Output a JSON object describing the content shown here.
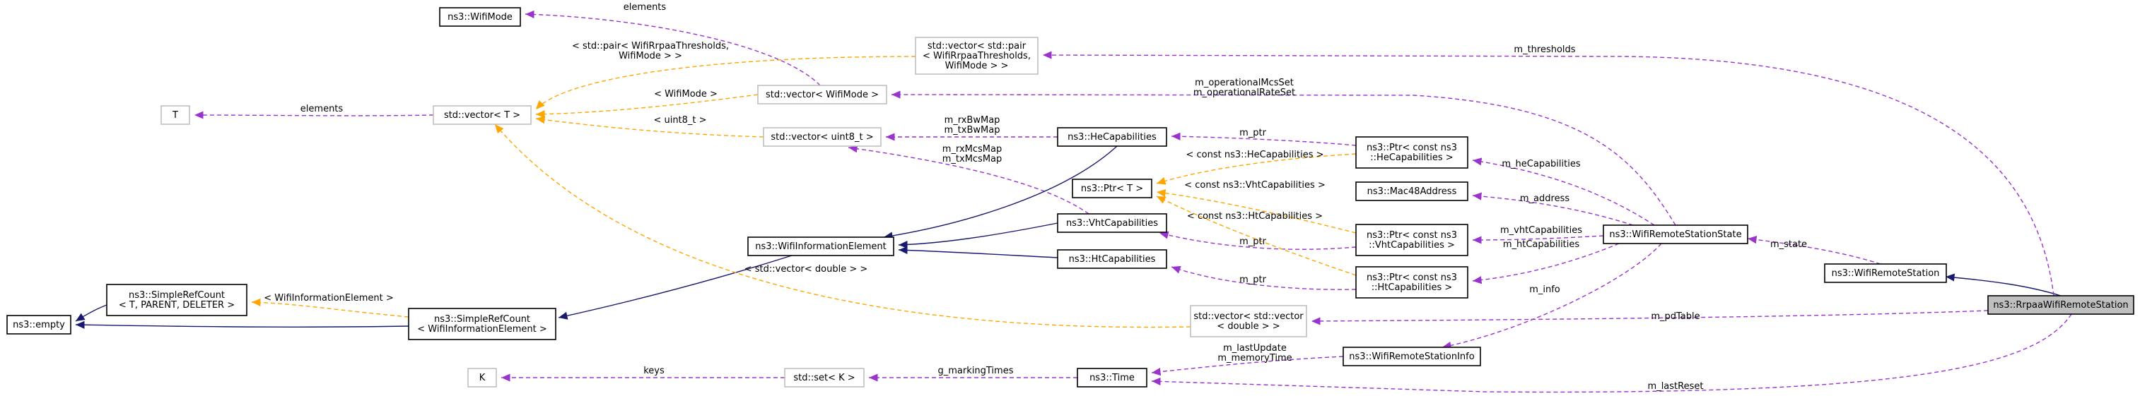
{
  "colors": {
    "member": "#9a32cd",
    "template": "#ffa500",
    "inheritance": "#191970",
    "focus_fill": "#bfbfbf"
  },
  "nodes": {
    "wifimode": [
      "ns3::WifiMode"
    ],
    "thresholds_vec": [
      "std::vector< std::pair",
      "< WifiRrpaaThresholds,",
      "WifiMode > >"
    ],
    "T": [
      "T"
    ],
    "vector_T": [
      "std::vector< T >"
    ],
    "vector_wifimode": [
      "std::vector< WifiMode >"
    ],
    "vector_uint8": [
      "std::vector< uint8_t >"
    ],
    "he_cap": [
      "ns3::HeCapabilities"
    ],
    "ptr_he": [
      "ns3::Ptr< const ns3",
      "::HeCapabilities >"
    ],
    "ptr_T": [
      "ns3::Ptr< T >"
    ],
    "mac48": [
      "ns3::Mac48Address"
    ],
    "vht_cap": [
      "ns3::VhtCapabilities"
    ],
    "ptr_vht": [
      "ns3::Ptr< const ns3",
      "::VhtCapabilities >"
    ],
    "state": [
      "ns3::WifiRemoteStationState"
    ],
    "info_elem": [
      "ns3::WifiInformationElement"
    ],
    "ht_cap": [
      "ns3::HtCapabilities"
    ],
    "ptr_ht": [
      "ns3::Ptr< const ns3",
      "::HtCapabilities >"
    ],
    "station": [
      "ns3::WifiRemoteStation"
    ],
    "src_T": [
      "ns3::SimpleRefCount",
      "< T, PARENT, DELETER >"
    ],
    "empty": [
      "ns3::empty"
    ],
    "src_wie": [
      "ns3::SimpleRefCount",
      "< WifiInformationElement >"
    ],
    "vv_double": [
      "std::vector< std::vector",
      "< double > >"
    ],
    "rrpaa": [
      "ns3::RrpaaWifiRemoteStation"
    ],
    "station_info": [
      "ns3::WifiRemoteStationInfo"
    ],
    "K": [
      "K"
    ],
    "set_K": [
      "std::set< K >"
    ],
    "time": [
      "ns3::Time"
    ]
  },
  "edge_labels": {
    "elements_wifimode": [
      "elements"
    ],
    "elements_T": [
      "elements"
    ],
    "pair_thresholds": [
      "< std::pair< WifiRrpaaThresholds,",
      "WifiMode > >"
    ],
    "tmpl_wifimode": [
      "< WifiMode >"
    ],
    "tmpl_uint8": [
      "< uint8_t >"
    ],
    "m_thresholds": [
      "m_thresholds"
    ],
    "operational": [
      "m_operationalMcsSet",
      "m_operationalRateSet"
    ],
    "rx_tx_bw": [
      "m_rxBwMap",
      "m_txBwMap"
    ],
    "rx_tx_mcs": [
      "m_rxMcsMap",
      "m_txMcsMap"
    ],
    "ptr_he_link": [
      "m_ptr"
    ],
    "tmpl_he": [
      "< const ns3::HeCapabilities >"
    ],
    "tmpl_vht": [
      "< const ns3::VhtCapabilities >"
    ],
    "tmpl_ht": [
      "< const ns3::HtCapabilities >"
    ],
    "m_heCapabilities": [
      "m_heCapabilities"
    ],
    "m_address": [
      "m_address"
    ],
    "m_vhtCapabilities": [
      "m_vhtCapabilities"
    ],
    "m_htCapabilities": [
      "m_htCapabilities"
    ],
    "ptr_vht_link": [
      "m_ptr"
    ],
    "ptr_ht_link": [
      "m_ptr"
    ],
    "m_state": [
      "m_state"
    ],
    "m_info": [
      "m_info"
    ],
    "tmpl_double": [
      "< std::vector< double > >"
    ],
    "tmpl_wie": [
      "< WifiInformationElement >"
    ],
    "m_pdTable": [
      "m_pdTable"
    ],
    "last_update": [
      "m_lastUpdate",
      "m_memoryTime"
    ],
    "keys": [
      "keys"
    ],
    "g_marking": [
      "g_markingTimes"
    ],
    "m_lastReset": [
      "m_lastReset"
    ]
  }
}
